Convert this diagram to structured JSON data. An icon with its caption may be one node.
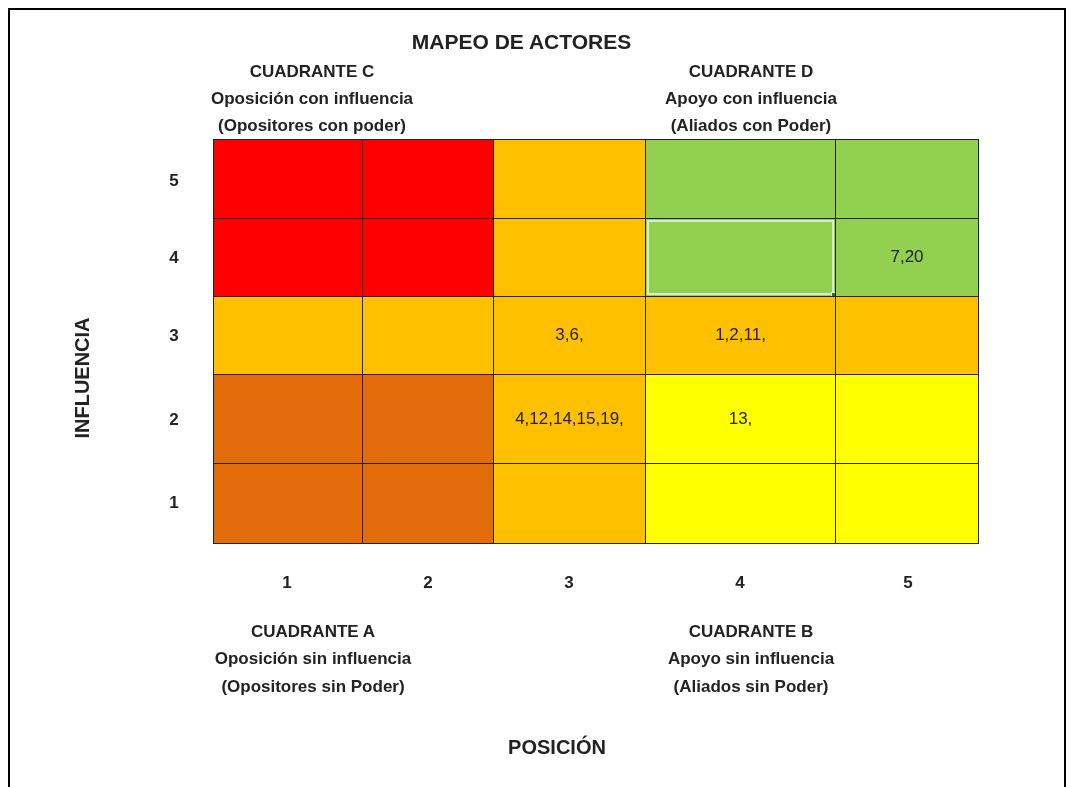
{
  "diagram": {
    "title": "MAPEO DE ACTORES",
    "nodes": [
      {
        "text": [],
        "shape": "box"
      },
      {
        "text": [],
        "shape": "box"
      },
      {
        "text": [],
        "shape": "box"
      },
      {
        "text": [],
        "shape": "box"
      },
      {
        "text": [],
        "shape": "box"
      },
      {
        "text": [],
        "shape": "box"
      },
      {
        "text": [],
        "shape": "box"
      },
      {
        "text": [],
        "shape": "box"
      },
      {
        "text": [],
        "shape": "box"
      },
      {
        "text": [
          "7,20"
        ]
      },
      {
        "text": [],
        "shape": "box"
      },
      {
        "text": [],
        "shape": "box"
      },
      {
        "text": [
          "3,6,"
        ]
      },
      {
        "text": [
          "1,2,11,"
        ]
      },
      {
        "text": [],
        "shape": "box"
      },
      {
        "text": [],
        "shape": "box"
      },
      {
        "text": [],
        "shape": "box"
      },
      {
        "text": [
          "4,12,14,15,19,"
        ]
      },
      {
        "text": [
          "13,"
        ]
      },
      {
        "text": [],
        "shape": "box"
      },
      {
        "text": [],
        "shape": "box"
      },
      {
        "text": [],
        "shape": "box"
      },
      {
        "text": [],
        "shape": "box"
      },
      {
        "text": [],
        "shape": "box"
      },
      {
        "text": [],
        "shape": "box"
      }
    ],
    "labels": [
      "CUADRANTE C",
      "Oposición con influencia",
      "(Opositores con poder)",
      "CUADRANTE D",
      "Apoyo con influencia",
      "(Aliados con Poder)",
      "5",
      "4",
      "INFLUENCIA",
      "3",
      "2",
      "1",
      "1",
      "2",
      "3",
      "4",
      "5",
      "CUADRANTE A",
      "Oposición sin influencia",
      "(Opositores sin Poder)",
      "CUADRANTE B",
      "Apoyo sin influencia",
      "(Aliados sin Poder)",
      "POSICIÓN"
    ]
  }
}
